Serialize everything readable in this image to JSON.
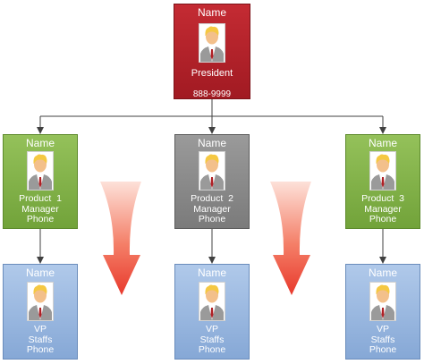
{
  "president": {
    "name": "Name",
    "title": "President",
    "phone": "888-9999"
  },
  "managers": [
    {
      "name": "Name",
      "line1": "Product",
      "num": "1",
      "line2": "Manager",
      "line3": "Phone"
    },
    {
      "name": "Name",
      "line1": "Product",
      "num": "2",
      "line2": "Manager",
      "line3": "Phone"
    },
    {
      "name": "Name",
      "line1": "Product",
      "num": "3",
      "line2": "Manager",
      "line3": "Phone"
    }
  ],
  "vps": [
    {
      "name": "Name",
      "line1": "VP",
      "line2": "Staffs",
      "line3": "Phone"
    },
    {
      "name": "Name",
      "line1": "VP",
      "line2": "Staffs",
      "line3": "Phone"
    },
    {
      "name": "Name",
      "line1": "VP",
      "line2": "Staffs",
      "line3": "Phone"
    }
  ],
  "colors": {
    "president": "#b0222a",
    "manager_green": "#84b44a",
    "manager_gray": "#8a8a8a",
    "vp_blue": "#9db8e0",
    "flow_arrow": "#f0523f",
    "connector": "#404040"
  },
  "icons": {
    "person": "person-photo-icon",
    "flow": "down-flow-arrow"
  }
}
